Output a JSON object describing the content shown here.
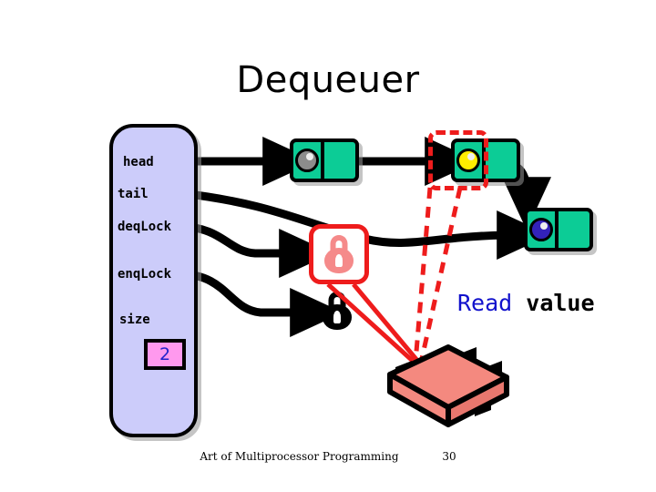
{
  "slide": {
    "title": "Dequeuer",
    "background_color": "#ffffff"
  },
  "queue_panel": {
    "name": "queue-object",
    "fill_color": "#ccccfa",
    "border_color": "#000000",
    "fields": [
      {
        "key": "head",
        "label": "head"
      },
      {
        "key": "tail",
        "label": "tail"
      },
      {
        "key": "deqLock",
        "label": "deqLock"
      },
      {
        "key": "enqLock",
        "label": "enqLock"
      },
      {
        "key": "size",
        "label": "size"
      }
    ],
    "size_value": "2",
    "size_box_fill": "#ff99ee",
    "size_value_color": "#2222cc"
  },
  "nodes": [
    {
      "id": "node-1",
      "ball_color": "#8c8c8c",
      "ball_name": "gray-ball",
      "highlighted": false
    },
    {
      "id": "node-2",
      "ball_color": "#ffee00",
      "ball_name": "yellow-ball",
      "highlighted": true
    },
    {
      "id": "node-3",
      "ball_color": "#3322bb",
      "ball_name": "blue-ball",
      "highlighted": false
    }
  ],
  "node_fill_color": "#0ccc96",
  "locks": [
    {
      "key": "deqLock",
      "state": "held",
      "color": "#f58a8a",
      "callout": true,
      "callout_color": "#ee1c1c"
    },
    {
      "key": "enqLock",
      "state": "free",
      "color": "#000000",
      "callout": false
    }
  ],
  "highlight": {
    "color": "#ee1c1c",
    "style": "dashed",
    "target": "node-2-value-cell"
  },
  "caption": {
    "read_word": "Read",
    "read_color": "#1111cc",
    "value_word": "value",
    "value_color": "#000000"
  },
  "processor": {
    "name": "cpu-chip",
    "body_color": "#f4897f",
    "pin_color": "#000000"
  },
  "footer": {
    "credit": "Art of Multiprocessor Programming",
    "page_number": "30"
  }
}
